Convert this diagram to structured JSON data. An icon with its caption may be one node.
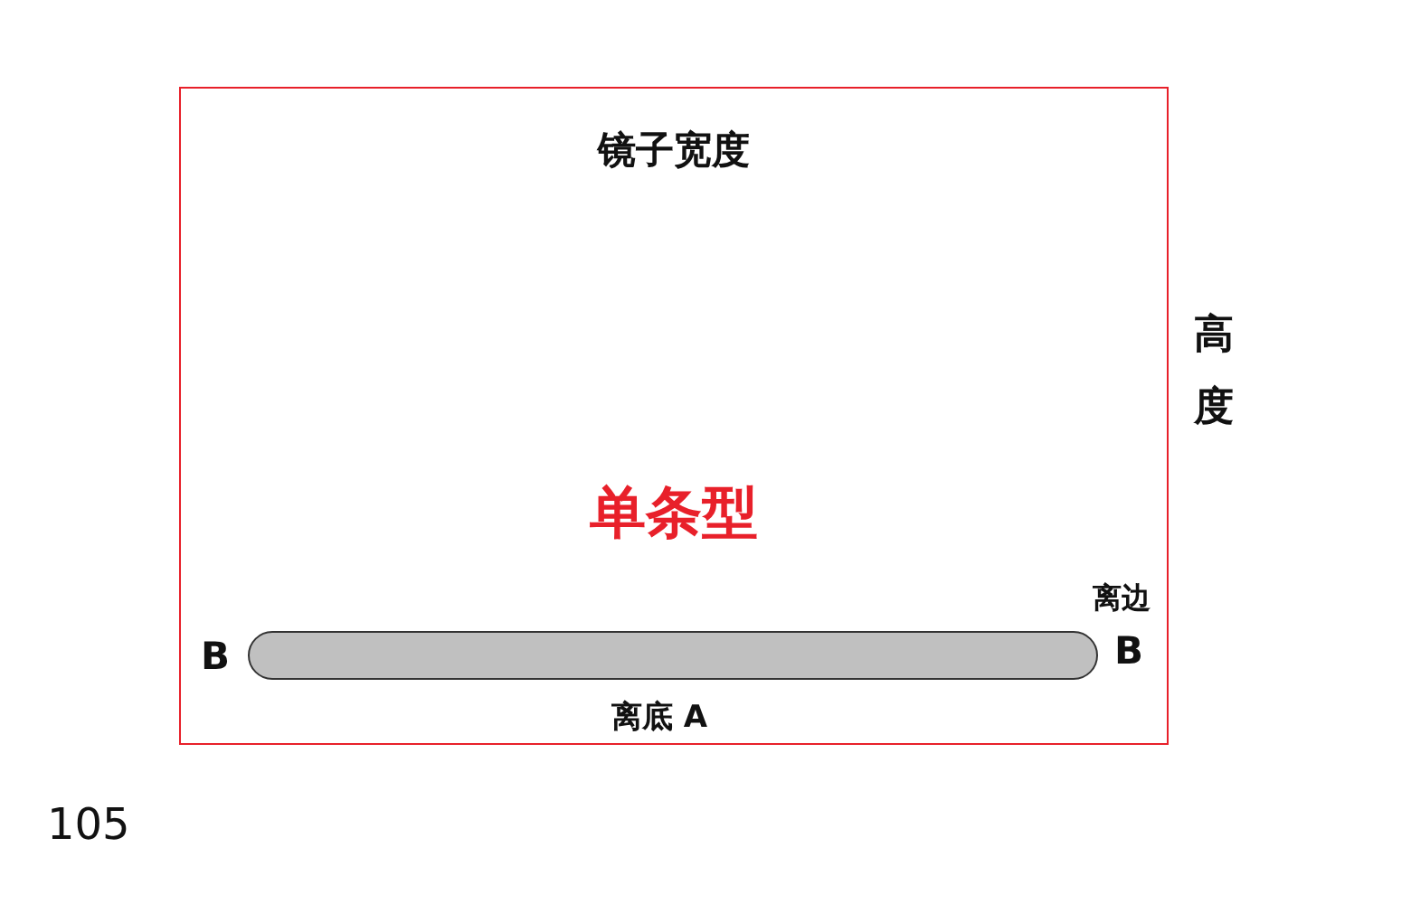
{
  "diagram": {
    "nodes": [
      {
        "text": [
          "镜子宽度",
          "单条型"
        ]
      },
      {
        "text": [],
        "shape": "bar",
        "in": 0
      }
    ],
    "labels": [
      "高度",
      "离边",
      "B",
      "B",
      "离底 A",
      "105"
    ]
  }
}
